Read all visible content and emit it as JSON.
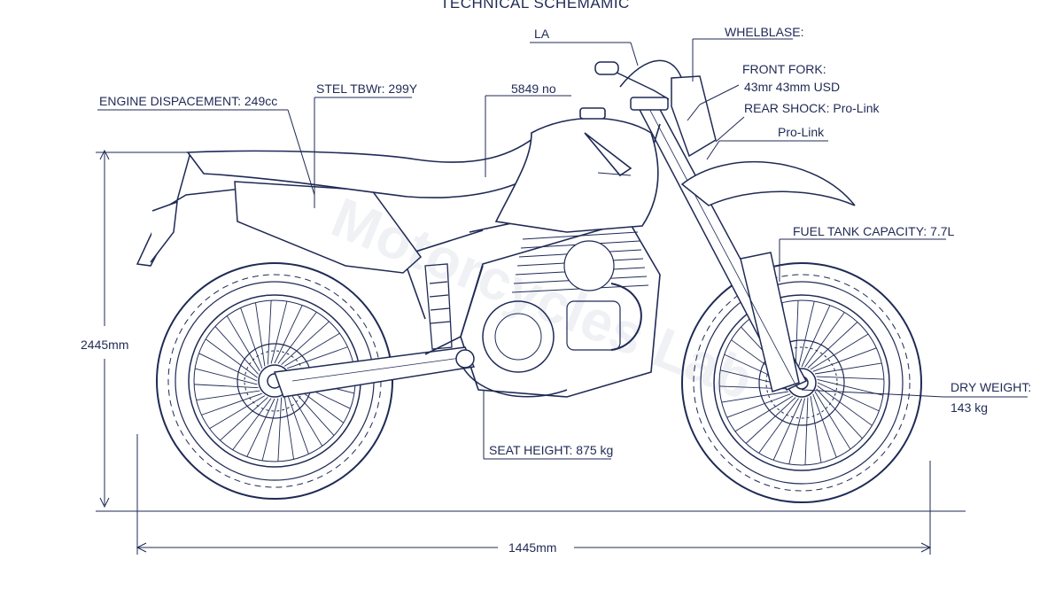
{
  "title": "TECHNICAL SCHEMAMIC",
  "labels": {
    "la": "LA",
    "wheelbase": "WHELBLASE:",
    "front_fork_title": "FRONT FORK:",
    "front_fork_value": "43mr 43mm USD",
    "engine_displacement": "ENGINE DISPACEMENT:  249cc",
    "steel_frame": "STEL TBWr: 299Y",
    "model_code": "5849 no",
    "rear_shock": "REAR SHOCK: Pro-Link",
    "pro_link": "Pro-Link",
    "fuel_tank": "FUEL TANK CAPACITY: 7.7L",
    "height_dim": "2445mm",
    "dry_weight_title": "DRY WEIGHT:",
    "dry_weight_value": "143 kg",
    "seat_height": "SEAT HEIGHT: 875 kg",
    "length_dim": "1445mm"
  },
  "watermark": "Motorcycles Lab",
  "colors": {
    "ink": "#1f2a55",
    "background": "#ffffff"
  }
}
